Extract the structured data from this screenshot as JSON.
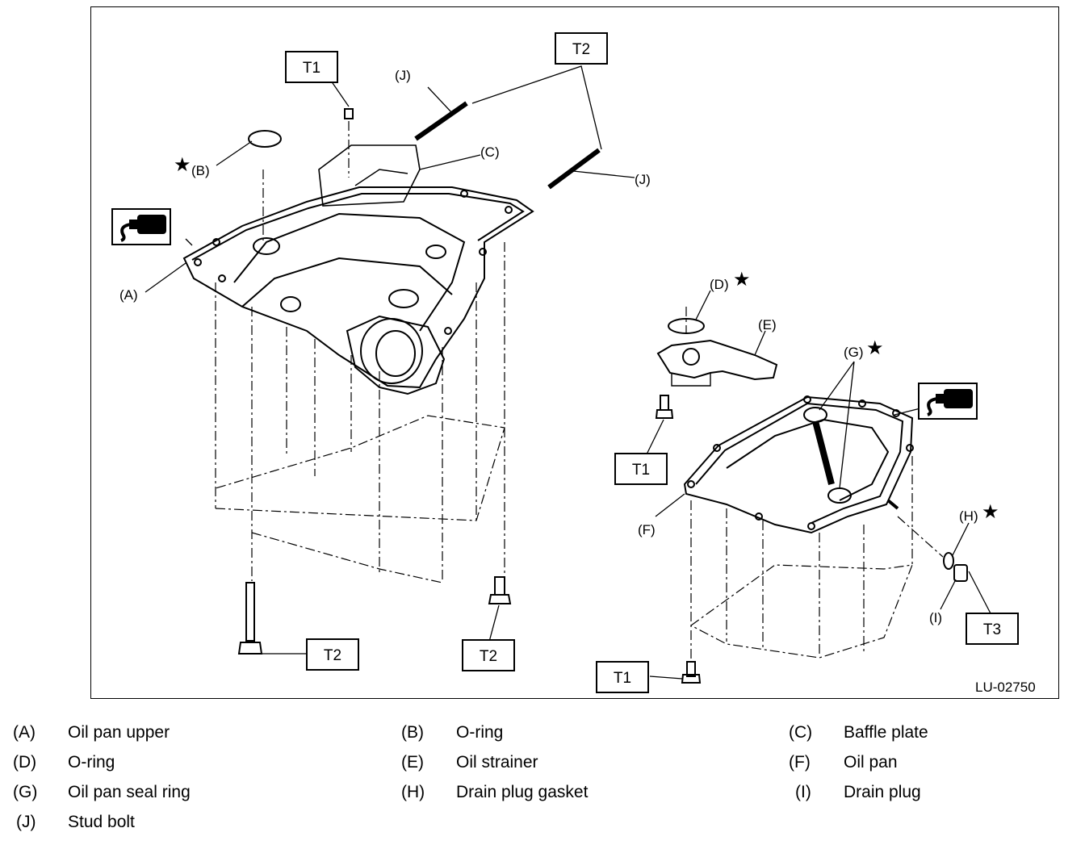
{
  "callouts": {
    "A": "(A)",
    "B": "(B)",
    "C": "(C)",
    "D": "(D)",
    "E": "(E)",
    "F": "(F)",
    "G": "(G)",
    "H": "(H)",
    "I": "(I)",
    "J": "(J)"
  },
  "torque_labels": {
    "t1": "T1",
    "t2": "T2",
    "t3": "T3"
  },
  "star_symbol": "★",
  "figure_id": "LU-02750",
  "legend": [
    {
      "key": "(A)",
      "name": "Oil pan upper"
    },
    {
      "key": "(B)",
      "name": "O-ring"
    },
    {
      "key": "(C)",
      "name": "Baffle plate"
    },
    {
      "key": "(D)",
      "name": "O-ring"
    },
    {
      "key": "(E)",
      "name": "Oil strainer"
    },
    {
      "key": "(F)",
      "name": "Oil pan"
    },
    {
      "key": "(G)",
      "name": "Oil pan seal ring"
    },
    {
      "key": "(H)",
      "name": "Drain plug gasket"
    },
    {
      "key": "(I)",
      "name": "Drain plug"
    },
    {
      "key": "(J)",
      "name": "Stud bolt"
    }
  ],
  "icons": {
    "sealant": "liquid-gasket-icon",
    "star": "star-icon"
  }
}
